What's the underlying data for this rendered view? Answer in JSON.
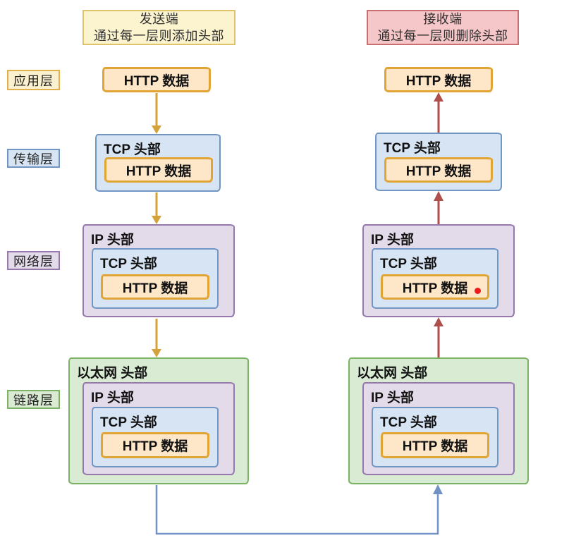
{
  "sender": {
    "title_line1": "发送端",
    "title_line2": "通过每一层则添加头部"
  },
  "receiver": {
    "title_line1": "接收端",
    "title_line2": "通过每一层则删除头部"
  },
  "layers": {
    "application": "应用层",
    "transport": "传输层",
    "network": "网络层",
    "link": "链路层"
  },
  "packets": {
    "http": "HTTP 数据",
    "tcp": "TCP 头部",
    "ip": "IP 头部",
    "ethernet": "以太网 头部"
  },
  "colors": {
    "sender_title_bg": "#fcf3cf",
    "sender_title_border": "#dfc36b",
    "receiver_title_bg": "#f6c7c9",
    "receiver_title_border": "#c96f72",
    "http_bg": "#fde7c8",
    "http_border": "#e0a534",
    "tcp_bg": "#d7e4f4",
    "tcp_border": "#7296c3",
    "ip_bg": "#e3daea",
    "ip_border": "#9678ad",
    "ethernet_bg": "#d9ebd3",
    "ethernet_border": "#7cb266",
    "sender_arrow": "#d4a23b",
    "receiver_arrow": "#ae4f4c",
    "transmission_arrow": "#7291c6",
    "pointer_dot": "#ec1c1c"
  }
}
